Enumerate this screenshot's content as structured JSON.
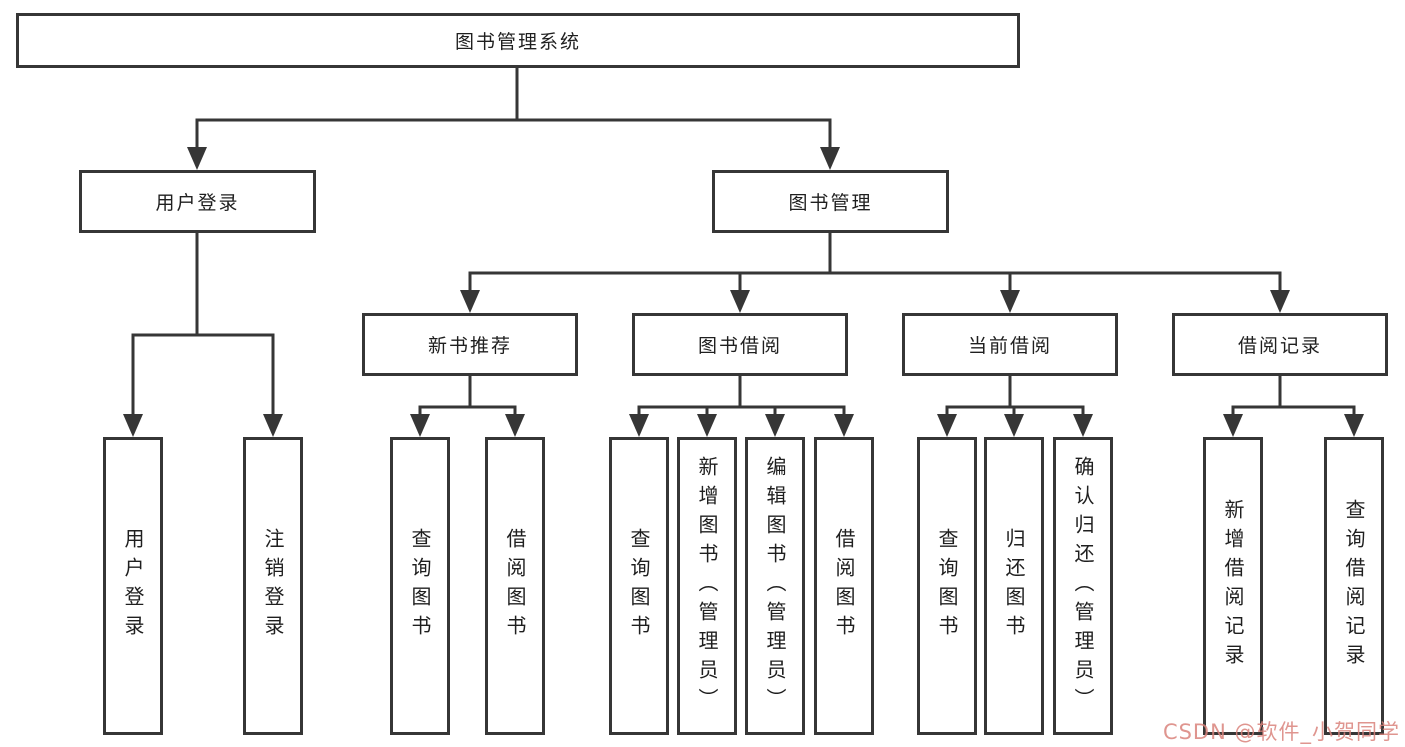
{
  "page": {
    "background_color": "#ffffff",
    "line_color": "#363636",
    "text_color": "#1f1f1f",
    "watermark_color": "#d9827b"
  },
  "tree": {
    "root": {
      "label": "图书管理系统",
      "children": [
        {
          "label": "用户登录",
          "children": [
            {
              "label": "用户登录"
            },
            {
              "label": "注销登录"
            }
          ]
        },
        {
          "label": "图书管理",
          "children": [
            {
              "label": "新书推荐",
              "children": [
                {
                  "label": "查询图书"
                },
                {
                  "label": "借阅图书"
                }
              ]
            },
            {
              "label": "图书借阅",
              "children": [
                {
                  "label": "查询图书"
                },
                {
                  "label": "新增图书（管理员）"
                },
                {
                  "label": "编辑图书（管理员）"
                },
                {
                  "label": "借阅图书"
                }
              ]
            },
            {
              "label": "当前借阅",
              "children": [
                {
                  "label": "查询图书"
                },
                {
                  "label": "归还图书"
                },
                {
                  "label": "确认归还（管理员）"
                }
              ]
            },
            {
              "label": "借阅记录",
              "children": [
                {
                  "label": "新增借阅记录"
                },
                {
                  "label": "查询借阅记录"
                }
              ]
            }
          ]
        }
      ]
    }
  },
  "watermark": {
    "text": "CSDN @软件_小贺同学"
  }
}
